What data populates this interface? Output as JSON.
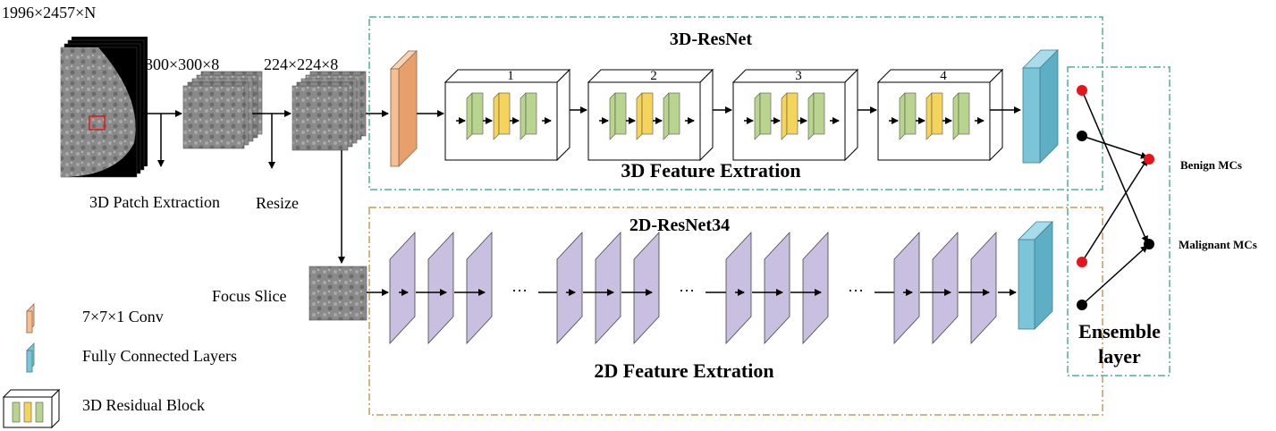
{
  "input": {
    "size_label": "1996×2457×N",
    "patch_size_label": "300×300×8",
    "resized_size_label": "224×224×8",
    "patch_step_label": "3D Patch Extraction",
    "resize_step_label": "Resize",
    "focus_slice_label": "Focus Slice"
  },
  "branch_3d": {
    "title": "3D-ResNet",
    "caption": "3D Feature Extration",
    "block_numbers": [
      "1",
      "2",
      "3",
      "4"
    ]
  },
  "branch_2d": {
    "title": "2D-ResNet34",
    "caption": "2D Feature Extration",
    "ellipsis": "···"
  },
  "ensemble": {
    "title_line1": "Ensemble",
    "title_line2": "layer",
    "output_benign": "Benign MCs",
    "output_malignant": "Malignant MCs"
  },
  "legend": {
    "conv": "7×7×1 Conv",
    "fc": "Fully Connected Layers",
    "res_block": "3D Residual Block"
  },
  "colors": {
    "conv": "#f6be93",
    "fc": "#7cc4d8",
    "block_green": "#b9d48f",
    "block_yellow": "#f5d45c",
    "layer_2d": "#c9bfe0",
    "box_3d_border": "#5aab97",
    "box_2d_border": "#c99a5e",
    "node_red": "#e8141b",
    "node_black": "#000000"
  }
}
